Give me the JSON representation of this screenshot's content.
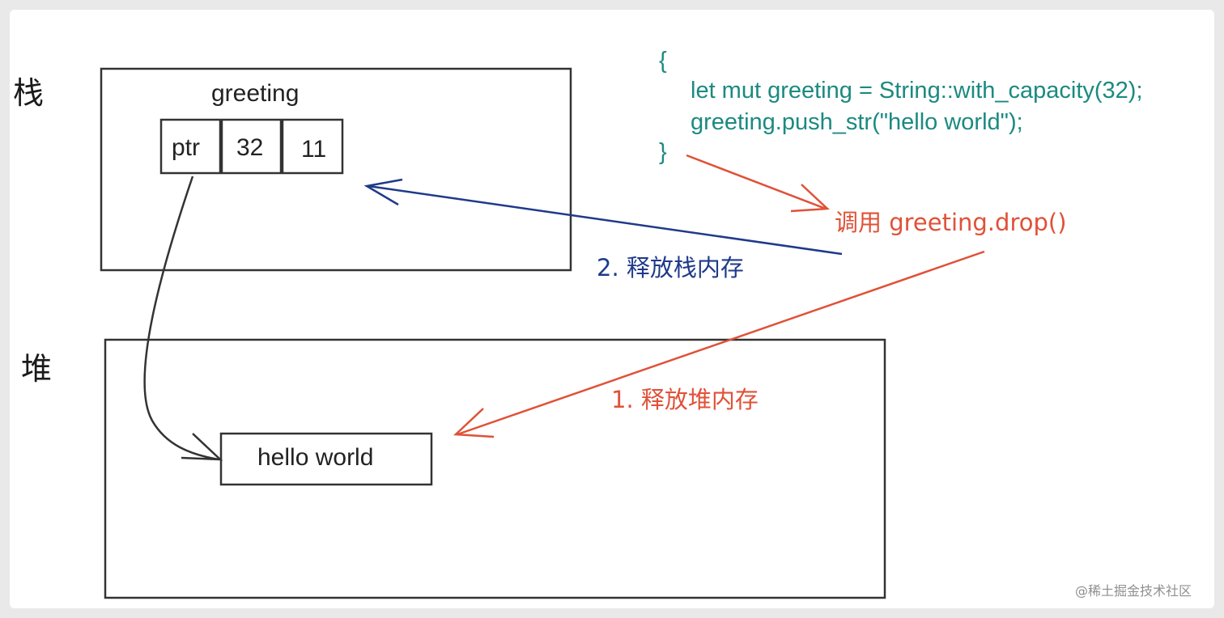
{
  "labels": {
    "stack": "栈",
    "heap": "堆",
    "variable": "greeting"
  },
  "stack_cells": [
    "ptr",
    "32",
    "11"
  ],
  "heap_value": "hello world",
  "code": {
    "open_brace": "{",
    "line1": "let mut greeting = String::with_capacity(32);",
    "line2": "greeting.push_str(\"hello world\");",
    "close_brace": "}"
  },
  "annotations": {
    "drop_call": "调用 greeting.drop()",
    "step1": "1. 释放堆内存",
    "step2": "2. 释放栈内存"
  },
  "watermark": "@稀土掘金技术社区",
  "colors": {
    "code": "#1b8a80",
    "red": "#e05138",
    "blue": "#1f3a8a",
    "box": "#333333"
  }
}
